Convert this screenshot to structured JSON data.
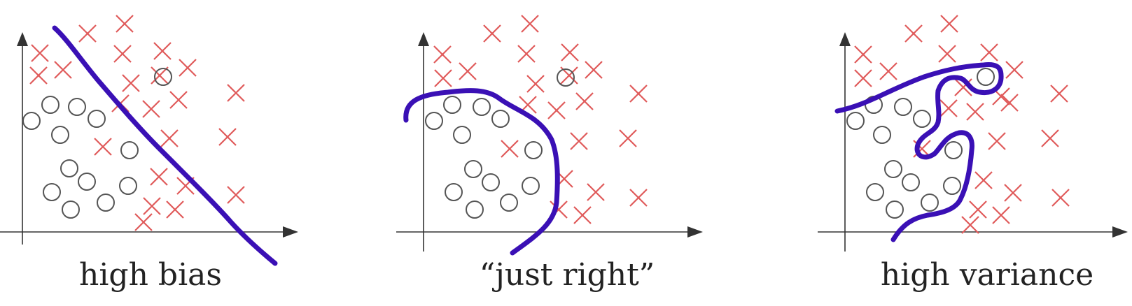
{
  "colors": {
    "cross": "#e05a5a",
    "circle": "#555555",
    "axis": "#333333",
    "boundary": "#3a10b5",
    "caption": "#222222"
  },
  "panels": [
    {
      "id": "high-bias",
      "caption": "high bias"
    },
    {
      "id": "just-right",
      "caption": "“just right”"
    },
    {
      "id": "high-variance",
      "caption": "high variance"
    }
  ]
}
